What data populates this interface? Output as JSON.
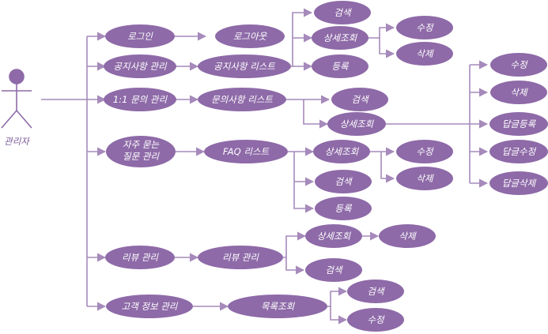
{
  "colors": {
    "node_fill": "#8e6aa8",
    "line": "#a68abb",
    "actor": "#8e6aa8",
    "text": "#ffffff"
  },
  "actor": {
    "label": "관리자"
  },
  "nodes": {
    "n_login": "로그인",
    "n_logout": "로그아웃",
    "n_notice_mgmt": "공지사항 관리",
    "n_notice_list": "공지사항 리스트",
    "n_notice_search": "검색",
    "n_notice_detail": "상세조회",
    "n_notice_edit": "수정",
    "n_notice_delete": "삭제",
    "n_notice_register": "등록",
    "n_inquiry_mgmt": "1:1 문의 관리",
    "n_inquiry_list": "문의사항 리스트",
    "n_inquiry_search": "검색",
    "n_inquiry_detail": "상세조회",
    "n_inquiry_edit": "수정",
    "n_inquiry_delete": "삭제",
    "n_reply_register": "답글등록",
    "n_reply_edit": "답글수정",
    "n_reply_delete": "답글삭제",
    "n_faq_mgmt_1": "자주 묻는",
    "n_faq_mgmt_2": "질문 관리",
    "n_faq_list": "FAQ 리스트",
    "n_faq_detail": "상세조회",
    "n_faq_edit": "수정",
    "n_faq_delete": "삭제",
    "n_faq_search": "검색",
    "n_faq_register": "등록",
    "n_review_mgmt": "리뷰 관리",
    "n_review_list": "리뷰 관리",
    "n_review_detail": "상세조회",
    "n_review_delete": "삭제",
    "n_review_search": "검색",
    "n_customer_mgmt": "고객 정보 관리",
    "n_customer_list": "목록조회",
    "n_customer_search": "검색",
    "n_customer_edit": "수정"
  }
}
